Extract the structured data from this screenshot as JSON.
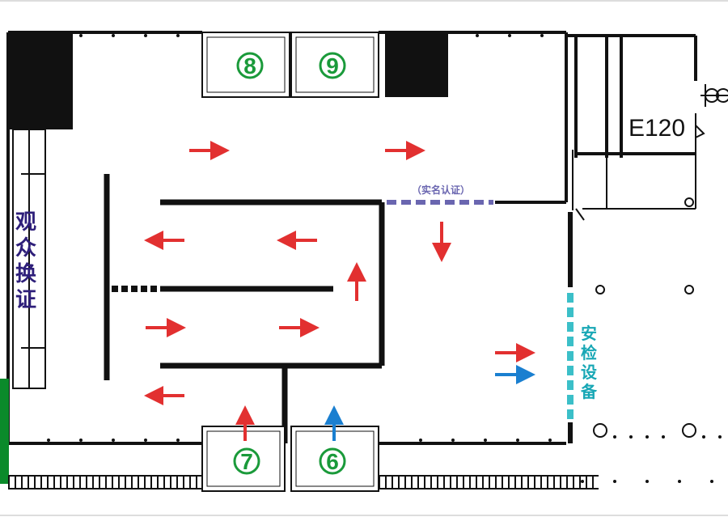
{
  "labels": {
    "audience_exchange": [
      "观",
      "众",
      "换",
      "证"
    ],
    "real_name": "（实名认证）",
    "security": [
      "安",
      "检",
      "设",
      "备"
    ],
    "room": "E120"
  },
  "gates": {
    "g6": "6",
    "g7": "7",
    "g8": "8",
    "g9": "9"
  },
  "colors": {
    "wall": "#111111",
    "flow_red": "#e23030",
    "flow_blue": "#1a7fd0",
    "gate_green": "#1a9a3a",
    "exchange_text": "#2e1f7a",
    "realname_dash": "#6a66b0",
    "security_dash": "#3bbfc8",
    "security_text": "#18a7b5",
    "edge_green": "#0a8a2a"
  }
}
